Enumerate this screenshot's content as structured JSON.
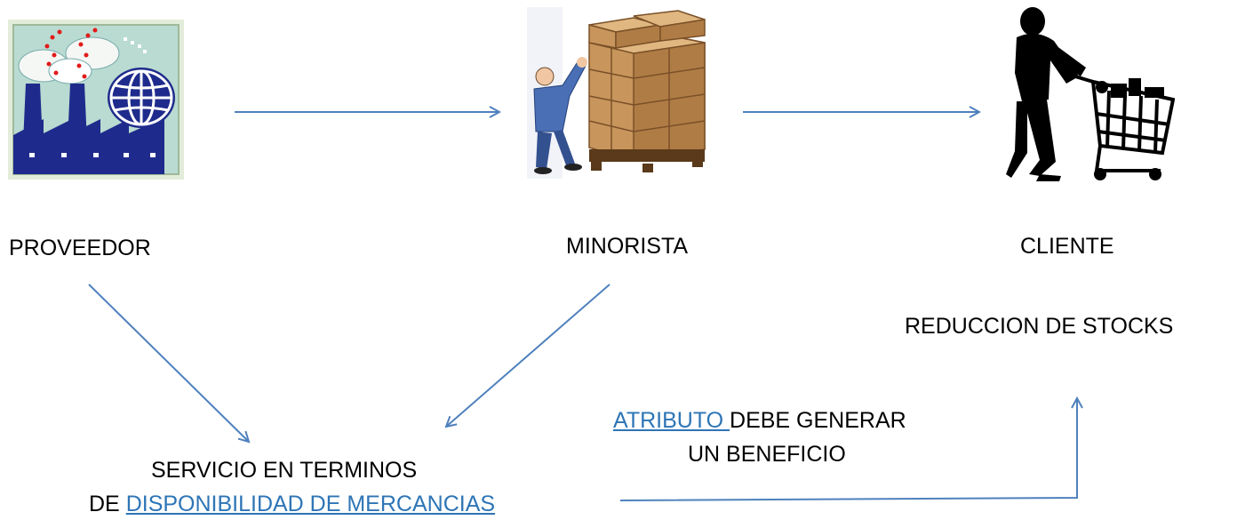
{
  "nodes": {
    "proveedor": "PROVEEDOR",
    "minorista": "MINORISTA",
    "cliente": "CLIENTE",
    "reduccion": "REDUCCION DE STOCKS"
  },
  "servicio": {
    "line1": "SERVICIO EN TERMINOS",
    "line2_prefix": "DE ",
    "line2_link": "DISPONIBILIDAD DE MERCANCIAS "
  },
  "atributo": {
    "link": "ATRIBUTO ",
    "rest": " DEBE GENERAR",
    "line2": "UN BENEFICIO"
  },
  "colors": {
    "arrow": "#4f81bd",
    "link": "#2e75b6"
  },
  "icons": {
    "factory": "factory-globe-icon",
    "boxes": "worker-boxes-icon",
    "shopper": "shopper-cart-icon"
  }
}
